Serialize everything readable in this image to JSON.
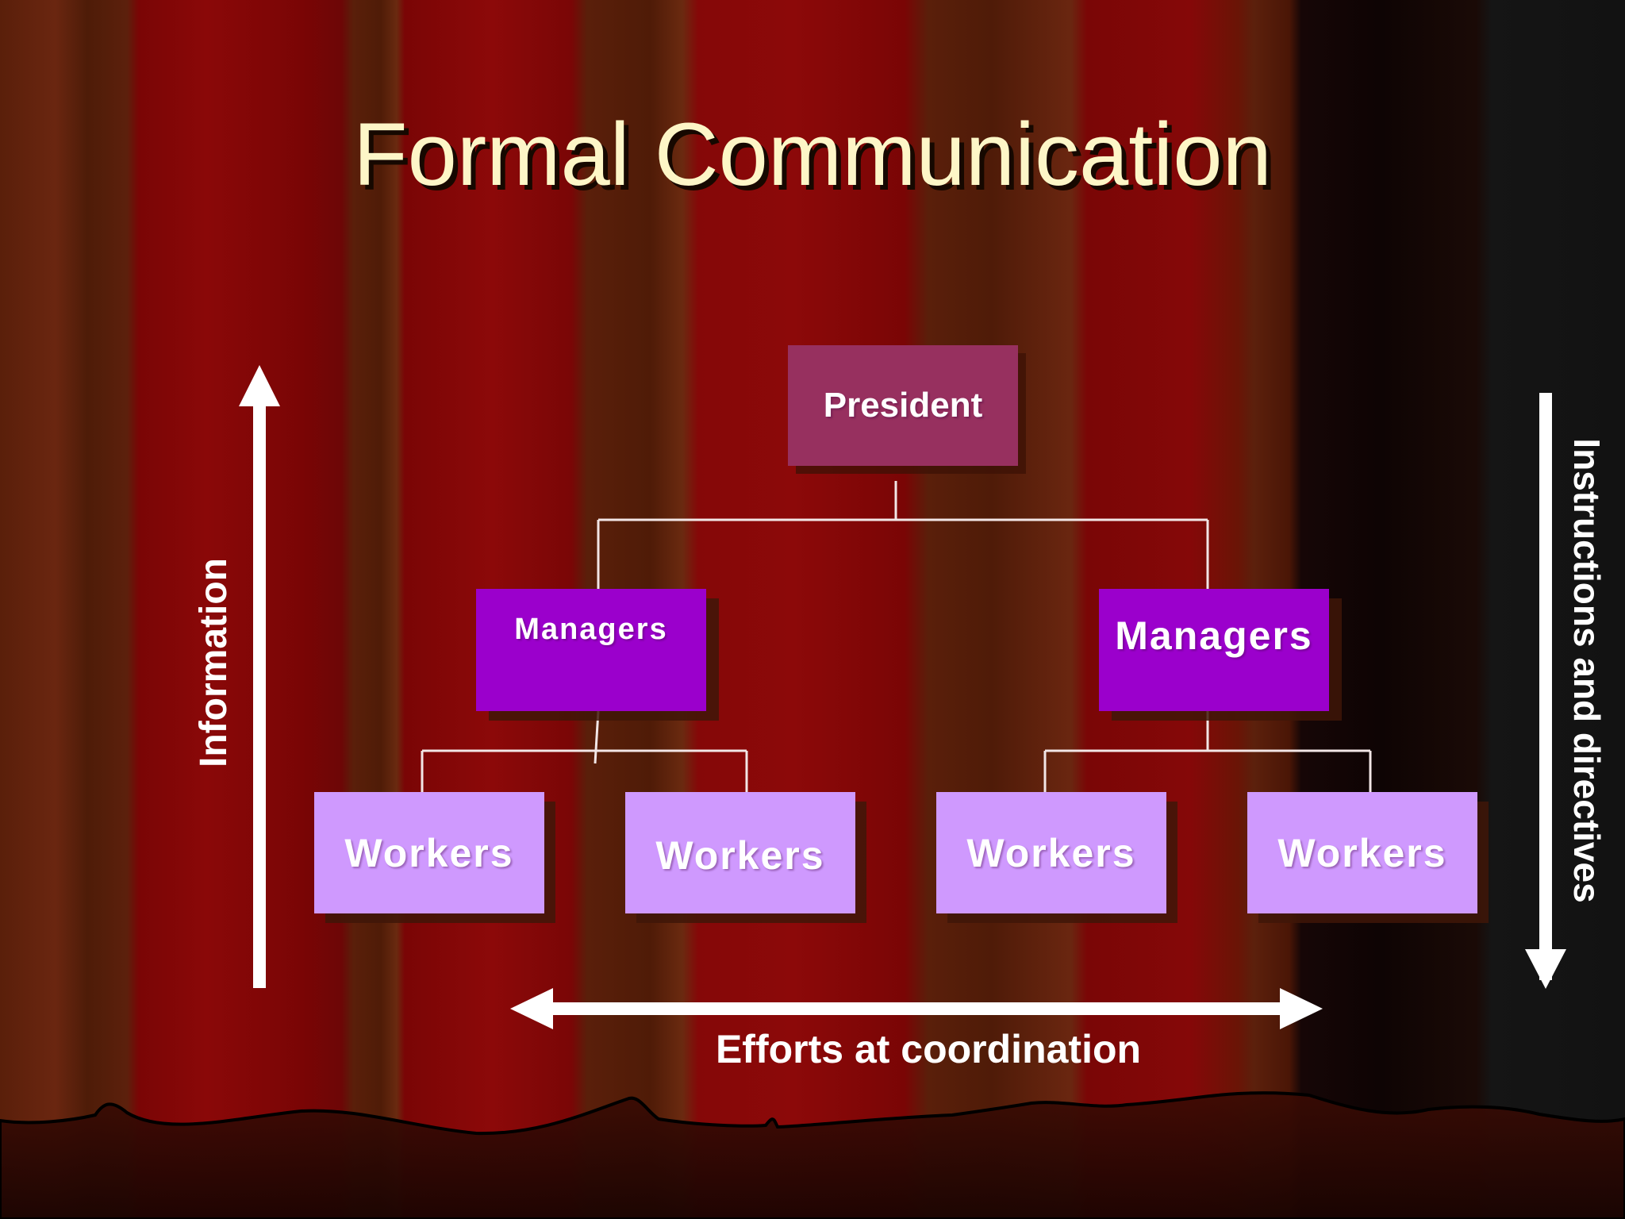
{
  "slide": {
    "title": "Formal Communication",
    "background_colors": {
      "curtain_red": "#8a0808",
      "curtain_brown": "#5a1f0a",
      "dark_panel": "#121212"
    }
  },
  "org_chart": {
    "president": {
      "label": "President",
      "color": "#97305f"
    },
    "managers": [
      {
        "label": "Managers",
        "color": "#9b00cc"
      },
      {
        "label": "Managers",
        "color": "#9b00cc"
      }
    ],
    "workers": [
      {
        "label": "Workers",
        "color": "#cf99fe"
      },
      {
        "label": "Workers",
        "color": "#cf99fe"
      },
      {
        "label": "Workers",
        "color": "#cf99fe"
      },
      {
        "label": "Workers",
        "color": "#cf99fe"
      }
    ]
  },
  "arrows": {
    "upward": {
      "label": "Information",
      "direction": "up"
    },
    "downward": {
      "label": "Instructions and directives",
      "direction": "down"
    },
    "horizontal": {
      "label": "Efforts at coordination",
      "direction": "both"
    }
  }
}
